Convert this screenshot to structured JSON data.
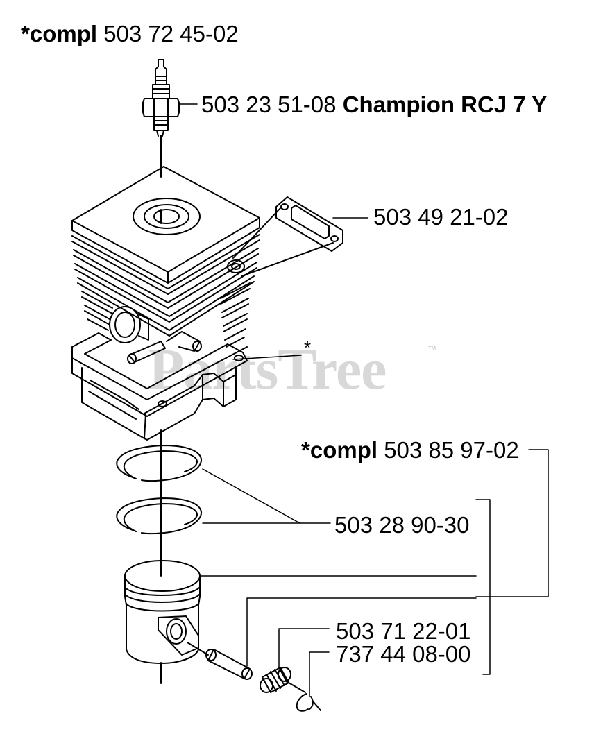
{
  "watermark": {
    "text": "PartsTree",
    "tm": "™"
  },
  "labels": {
    "cylinder_kit": {
      "prefix": "*compl",
      "number": "503 72 45-02"
    },
    "spark_plug": {
      "number": "503 23 51-08",
      "name": "Champion RCJ 7 Y"
    },
    "gasket": {
      "number": "503 49 21-02"
    },
    "cylinder_asterisk": "*",
    "piston_kit": {
      "prefix": "*compl",
      "number": "503 85 97-02"
    },
    "piston_ring": {
      "number": "503 28 90-30"
    },
    "needle_bearing": {
      "number": "503 71 22-01"
    },
    "circlip": {
      "number": "737 44 08-00"
    }
  }
}
